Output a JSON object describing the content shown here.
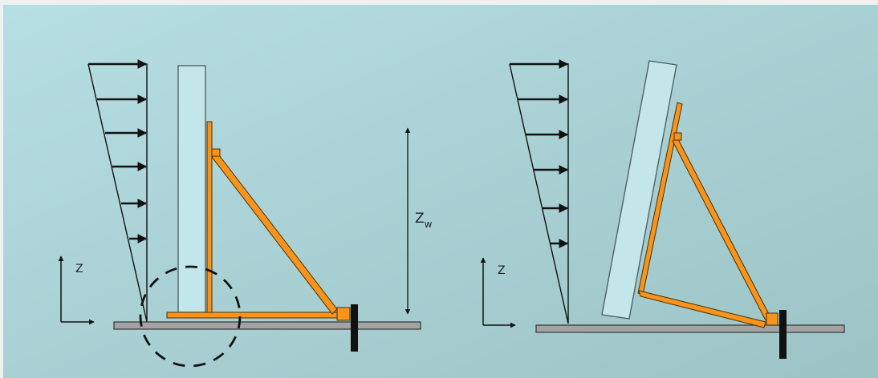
{
  "colors": {
    "background_light": "#b4dde2",
    "background_dark": "#9ec4c6",
    "panel": "#c0e4e8",
    "frame": "#f8941d",
    "ground": "#a3a3a3",
    "anchor": "#111111",
    "ink": "#222222"
  },
  "labels": {
    "height_main": "Z",
    "height_subscript": "w",
    "axis_left": "Z",
    "axis_right": "Z"
  },
  "left_view": {
    "load_arrow_count": 6,
    "state": "upright",
    "detail_marker": "dashed-circle"
  },
  "right_view": {
    "load_arrow_count": 6,
    "state": "tilted"
  }
}
